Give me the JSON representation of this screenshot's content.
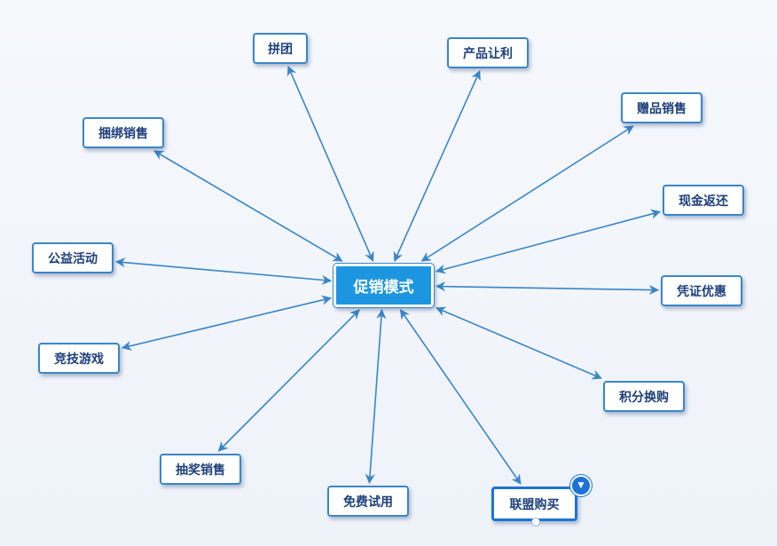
{
  "colors": {
    "edge": "#3a86c8",
    "node_border": "#3a86c8",
    "center_fill": "#1d96e2",
    "selected_border": "#1d74d6"
  },
  "diagram": {
    "center": {
      "id": "center",
      "label": "促销模式"
    },
    "nodes": [
      {
        "id": "pintuan",
        "label": "拼团"
      },
      {
        "id": "chanpin",
        "label": "产品让利"
      },
      {
        "id": "zengpin",
        "label": "赠品销售"
      },
      {
        "id": "kunbang",
        "label": "捆绑销售"
      },
      {
        "id": "xianjin",
        "label": "现金返还"
      },
      {
        "id": "gongyi",
        "label": "公益活动"
      },
      {
        "id": "pingzheng",
        "label": "凭证优惠"
      },
      {
        "id": "jingji",
        "label": "竞技游戏"
      },
      {
        "id": "jifen",
        "label": "积分换购"
      },
      {
        "id": "choujiang",
        "label": "抽奖销售"
      },
      {
        "id": "mianfei",
        "label": "免费试用"
      },
      {
        "id": "lianmeng",
        "label": "联盟购买",
        "selected": true,
        "toggle_icon": "chevron-down-icon"
      }
    ],
    "edges": [
      {
        "from": "center",
        "to": "pintuan",
        "direction": "both"
      },
      {
        "from": "center",
        "to": "chanpin",
        "direction": "both"
      },
      {
        "from": "center",
        "to": "zengpin",
        "direction": "both"
      },
      {
        "from": "center",
        "to": "kunbang",
        "direction": "both"
      },
      {
        "from": "center",
        "to": "xianjin",
        "direction": "both"
      },
      {
        "from": "center",
        "to": "gongyi",
        "direction": "both"
      },
      {
        "from": "center",
        "to": "pingzheng",
        "direction": "both"
      },
      {
        "from": "center",
        "to": "jingji",
        "direction": "both"
      },
      {
        "from": "center",
        "to": "jifen",
        "direction": "both"
      },
      {
        "from": "center",
        "to": "choujiang",
        "direction": "both"
      },
      {
        "from": "center",
        "to": "mianfei",
        "direction": "both"
      },
      {
        "from": "center",
        "to": "lianmeng",
        "direction": "both"
      }
    ]
  }
}
